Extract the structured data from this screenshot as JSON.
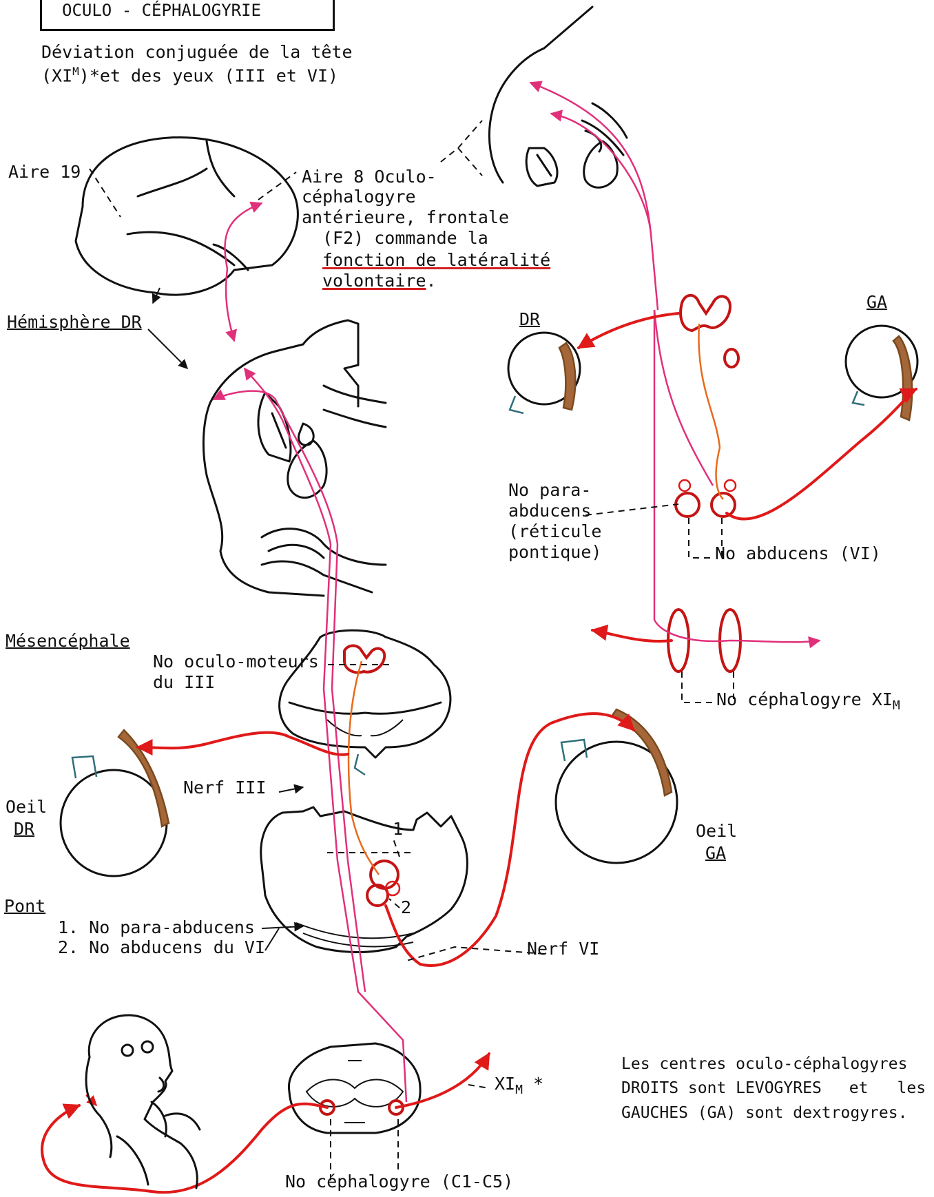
{
  "header": {
    "title": "OCULO - CÉPHALOGYRIE"
  },
  "subtitle": {
    "line1": "Déviation conjuguée de la tête",
    "line2_pre": "(XI",
    "line2_sup": "M",
    "line2_post": ")*et des yeux (III et VI)"
  },
  "labels": {
    "aire19": "Aire 19",
    "aire8": {
      "l1": "Aire 8 Oculo-",
      "l2": "céphalogyre",
      "l3": "antérieure, frontale",
      "l4": "(F2) commande la",
      "l5": "fonction de latéralité",
      "l6": "volontaire",
      "l6_end": "."
    },
    "hemisphere": "Hémisphère DR",
    "mesencephale": "Mésencéphale",
    "oculomoteurs": {
      "l1": "No oculo-moteurs",
      "l2": "du III"
    },
    "nerf3": "Nerf III",
    "oeil_dr": {
      "l1": "Oeil",
      "l2": "DR"
    },
    "oeil_ga": {
      "l1": "Oeil",
      "l2": "GA"
    },
    "pont": "Pont",
    "pont_list": {
      "i1": "1. No para-abducens",
      "i2": "2. No abducens du VI"
    },
    "num1": "1",
    "num2": "2",
    "nerf6": "Nerf VI",
    "dr_right": "DR",
    "ga_right": "GA",
    "paraabducens": {
      "l1": "No para-",
      "l2": "abducens",
      "l3": "(réticule",
      "l4": "pontique)"
    },
    "abducens": "No abducens (VI)",
    "cephalogyre_xi": {
      "main": "No céphalogyre XI",
      "sub": "M"
    },
    "xim": {
      "main": "XI",
      "sub": "M",
      "star": " *"
    },
    "cephalogyre_c": "No céphalogyre (C1-C5)"
  },
  "note": {
    "l1": "Les centres oculo-céphalogyres",
    "l2a": "DROITS sont LEVOGYRES",
    "l2b": "et",
    "l2c": "les",
    "l3": "GAUCHES (GA) sont dextrogyres."
  },
  "colors": {
    "ink": "#111111",
    "pink_pathway": "#e1307a",
    "red_nerve": "#e01919",
    "orange_pathway": "#e86a1a",
    "brown_muscle": "#7a4a1e",
    "blue_nerve_stub": "#2f6f7a"
  }
}
